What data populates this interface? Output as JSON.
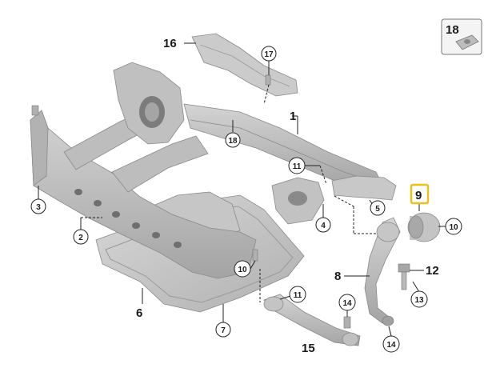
{
  "labels": {
    "p1": "1",
    "p2": "2",
    "p3": "3",
    "p4": "4",
    "p5": "5",
    "p6": "6",
    "p7": "7",
    "p8": "8",
    "p9": "9",
    "p10a": "10",
    "p10b": "10",
    "p11a": "11",
    "p11b": "11",
    "p12": "12",
    "p13": "13",
    "p14a": "14",
    "p14b": "14",
    "p15": "15",
    "p16": "16",
    "p17": "17",
    "p18a": "18",
    "p18box": "18"
  },
  "colors": {
    "part_fill": "#b9b9b9",
    "part_dark": "#8f8f8f",
    "part_light": "#d9d9d9",
    "highlight_border": "#e8c021",
    "text": "#1a1a1a"
  }
}
